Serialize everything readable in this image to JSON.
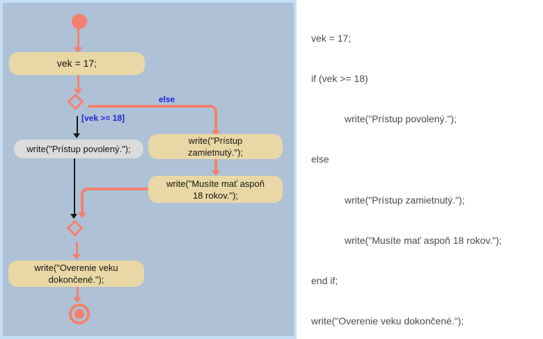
{
  "diagram": {
    "colors": {
      "panel_background": "#aec1d6",
      "panel_border": "#c4def6",
      "flow_accent": "#f5806d",
      "action_fill": "#e9d8a5",
      "alt_action_fill": "#dcdcdc",
      "guard_label_color": "#2323e0"
    },
    "nodes": {
      "assign": {
        "lines": [
          "vek = 17;"
        ]
      },
      "allowed": {
        "lines": [
          "write(\"Prístup povolený.\");"
        ]
      },
      "denied": {
        "lines": [
          "write(\"Prístup",
          "zamietnutý.\");"
        ]
      },
      "must": {
        "lines": [
          "write(\"Musíte mať aspoň",
          "18 rokov.\");"
        ]
      },
      "done": {
        "lines": [
          "write(\"Overenie veku",
          "dokončené.\");"
        ]
      }
    },
    "labels": {
      "else_branch": "else",
      "guard": "[vek >= 18]"
    }
  },
  "code": {
    "lines": [
      {
        "text": "vek = 17;"
      },
      {
        "text": "if (vek >= 18)"
      },
      {
        "text": "write(\"Prístup povolený.\");"
      },
      {
        "text": "else"
      },
      {
        "text": "write(\"Prístup zamietnutý.\");"
      },
      {
        "text": "write(\"Musíte mať aspoň 18 rokov.\");"
      },
      {
        "text": "end if;"
      },
      {
        "text": "write(\"Overenie veku dokončené.\");"
      }
    ]
  }
}
